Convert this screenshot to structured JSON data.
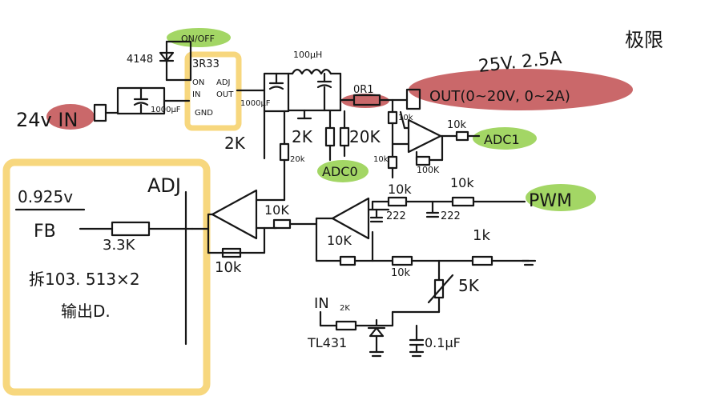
{
  "colors": {
    "ink": "#161616",
    "yellow": "#f7d77e",
    "red": "#c4585a",
    "green": "#93cf4a"
  },
  "power": {
    "input_label": "24v IN",
    "title": "25V. 2.5A",
    "title_suffix": "极限",
    "output_label": "OUT(0~20V, 0~2A)"
  },
  "regulator": {
    "part": "3R33",
    "switch_label": "ON/OFF",
    "pin_on": "ON",
    "pin_adj": "ADJ",
    "pin_in": "IN",
    "pin_out": "OUT",
    "pin_gnd": "GND"
  },
  "parts": {
    "diode": "4148",
    "cap_in": "1000μF",
    "cap_out": "1000μF",
    "inductor": "100μH",
    "shunt": "0R1",
    "r_2k_a": "2K",
    "r_2k_b": "2K",
    "r_20k_a": "20K",
    "r_20k_b": "20k",
    "r_10k_top": "10k",
    "r_10k_amp": "10k",
    "r_100k": "100K",
    "r_10k_out": "10k",
    "r_10k_mid": "10K",
    "r_10k_fb": "10K",
    "r_10k_low": "10k",
    "r_10k_rc1": "10k",
    "r_10k_rc2": "10k",
    "r_10k_bottom": "10k",
    "r_1k": "1k",
    "pot": "5K",
    "cap_rc1": "222",
    "cap_rc2": "222",
    "ref_in": "IN",
    "r_2k_ref": "2K",
    "ref_ic": "TL431",
    "cap_ref": "0.1μF"
  },
  "signals": {
    "adc0": "ADC0",
    "adc1": "ADC1",
    "pwm": "PWM"
  },
  "adj_box": {
    "title": "ADJ",
    "voltage": "0.925v",
    "fb": "FB",
    "resistor": "3.3K",
    "note_line1": "拆103. 513×2",
    "note_line2": "输出D."
  }
}
